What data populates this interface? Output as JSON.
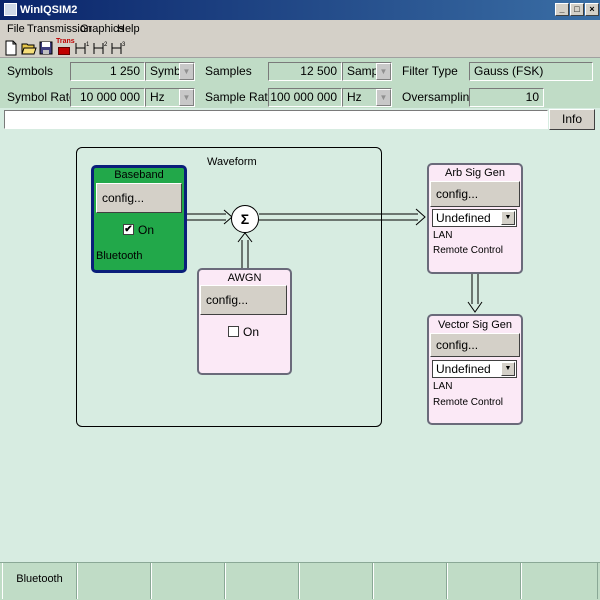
{
  "window": {
    "title": "WinIQSIM2"
  },
  "menu": [
    "File",
    "Transmission",
    "Graphics",
    "Help"
  ],
  "toolbar": {
    "icons": [
      "new-file-icon",
      "open-folder-icon",
      "save-icon",
      "trans-icon",
      "marker1-icon",
      "marker2-icon",
      "marker3-icon"
    ],
    "trans_text": "Trans"
  },
  "params": {
    "symbols": {
      "label": "Symbols",
      "value": "1 250",
      "unit": "Symb"
    },
    "samples": {
      "label": "Samples",
      "value": "12 500",
      "unit": "Samp"
    },
    "filter_type": {
      "label": "Filter Type",
      "value": "Gauss (FSK)"
    },
    "symbol_rate": {
      "label": "Symbol Rate",
      "value": "10 000 000",
      "unit": "Hz"
    },
    "sample_rate": {
      "label": "Sample Rate",
      "value": "100 000 000",
      "unit": "Hz"
    },
    "oversampling": {
      "label": "Oversampling",
      "value": "10"
    }
  },
  "info": {
    "button_label": "Info",
    "text": ""
  },
  "waveform": {
    "title": "Waveform"
  },
  "baseband": {
    "title": "Baseband",
    "config_label": "config...",
    "on_label": "On",
    "on_checked": "✔",
    "standard": "Bluetooth"
  },
  "summation": {
    "symbol": "Σ"
  },
  "awgn": {
    "title": "AWGN",
    "config_label": "config...",
    "on_label": "On",
    "on_checked": ""
  },
  "arb_sig_gen": {
    "title": "Arb Sig Gen",
    "config_label": "config...",
    "instrument": "Undefined",
    "connection": "LAN",
    "remote": "Remote Control"
  },
  "vector_sig_gen": {
    "title": "Vector Sig Gen",
    "config_label": "config...",
    "instrument": "Undefined",
    "connection": "LAN",
    "remote": "Remote Control"
  },
  "tabs": [
    "Bluetooth",
    "",
    "",
    "",
    "",
    "",
    "",
    ""
  ],
  "colors": {
    "baseband_fill": "#22a84a",
    "baseband_border": "#0a1e7a",
    "block_fill": "#fbe9f6",
    "block_border": "#6a6a7a",
    "background": "#d7ece1"
  }
}
